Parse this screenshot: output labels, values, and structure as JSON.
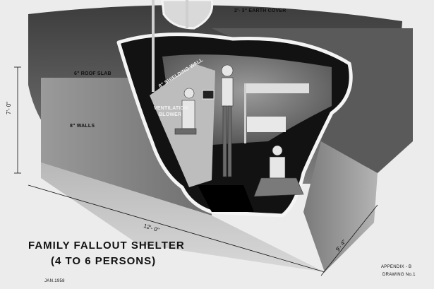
{
  "title": "FAMILY FALLOUT SHELTER",
  "subtitle": "(4 TO 6 PERSONS)",
  "date": "JAN.1958",
  "appendix": "APPENDIX - B",
  "drawing": "DRAWING No.1",
  "labels": {
    "earth_cover": "2'- 3\" EARTH COVER",
    "roof_slab": "6\" ROOF SLAB",
    "shielding_wall": "8\" SHIELDING WALL",
    "ventilation_line1": "VENTILATION",
    "ventilation_line2": "BLOWER",
    "walls": "8\" WALLS"
  },
  "dimensions": {
    "height": "7'- 0\"",
    "length": "12'- 0\"",
    "width": "9'- 4\""
  },
  "colors": {
    "background": "#ececec",
    "wall_dark": "#4a4a4a",
    "wall_mid": "#8a8a8a",
    "wall_light": "#cfcfcf",
    "interior_black": "#121212",
    "rubble_edge": "#f4f4f4"
  }
}
